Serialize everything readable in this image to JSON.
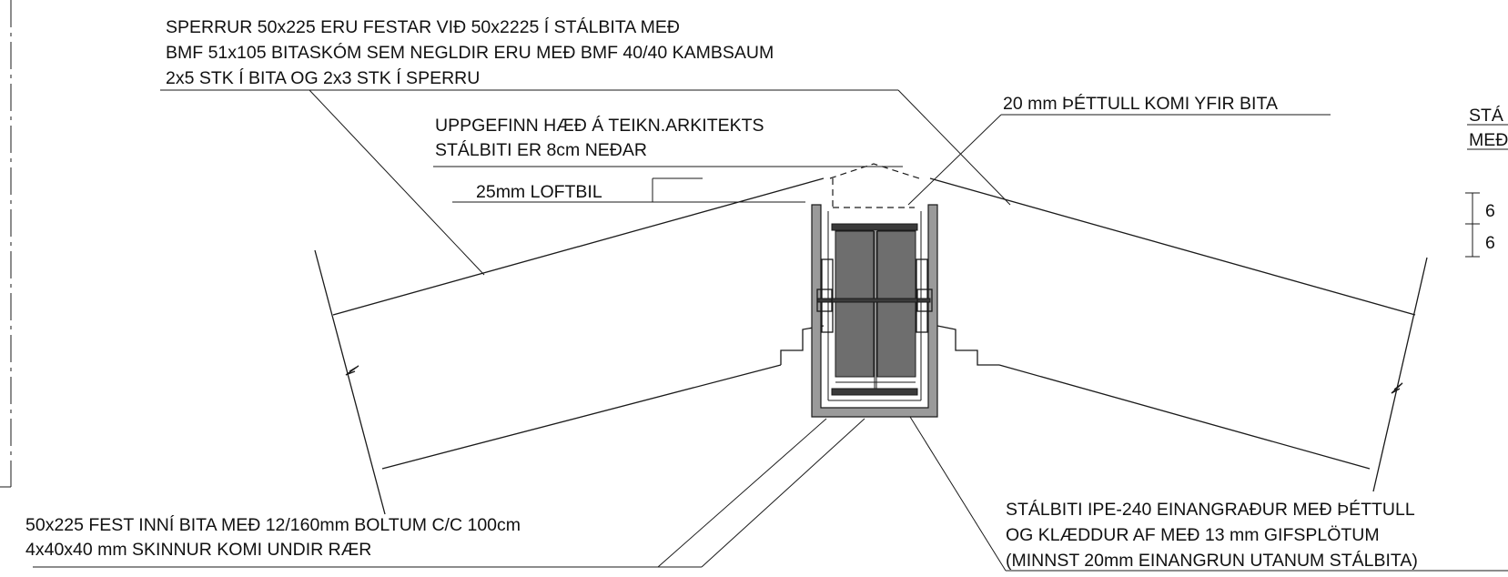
{
  "notes": {
    "rafter_fixing": {
      "line1": "SPERRUR 50x225 ERU FESTAR VIÐ 50x2225 Í STÁLBITA MEÐ",
      "line2": "BMF 51x105 BITASKÓM SEM NEGLDIR ERU MEÐ BMF 40/40 KAMBSAUM",
      "line3": "2x5 STK Í BITA OG 2x3 STK Í SPERRU"
    },
    "architect_height": {
      "line1": "UPPGEFINN HÆÐ Á TEIKN.ARKITEKTS",
      "line2": "STÁLBITI ER 8cm NEÐAR"
    },
    "air_gap": "25mm LOFTBIL",
    "sealing_wool": "20 mm ÞÉTTULL KOMI YFIR BITA",
    "right_cut": {
      "line1": "STÁ",
      "line2": "MEÐ"
    },
    "right_dims": {
      "d1": "6",
      "d2": "6"
    },
    "bolts": {
      "line1": "50x225 FEST INNÍ BITA MEÐ 12/160mm BOLTUM C/C 100cm",
      "line2": "4x40x40 mm SKINNUR KOMI UNDIR RÆR"
    },
    "steel_beam": {
      "line1": "STÁLBITI IPE-240 EINANGRAÐUR MEÐ ÞÉTTULL",
      "line2": "OG KLÆDDUR AF MEÐ 13 mm GIFSPLÖTUM",
      "line3": "(MINNST 20mm EINANGRUN UTANUM STÁLBITA)"
    }
  }
}
